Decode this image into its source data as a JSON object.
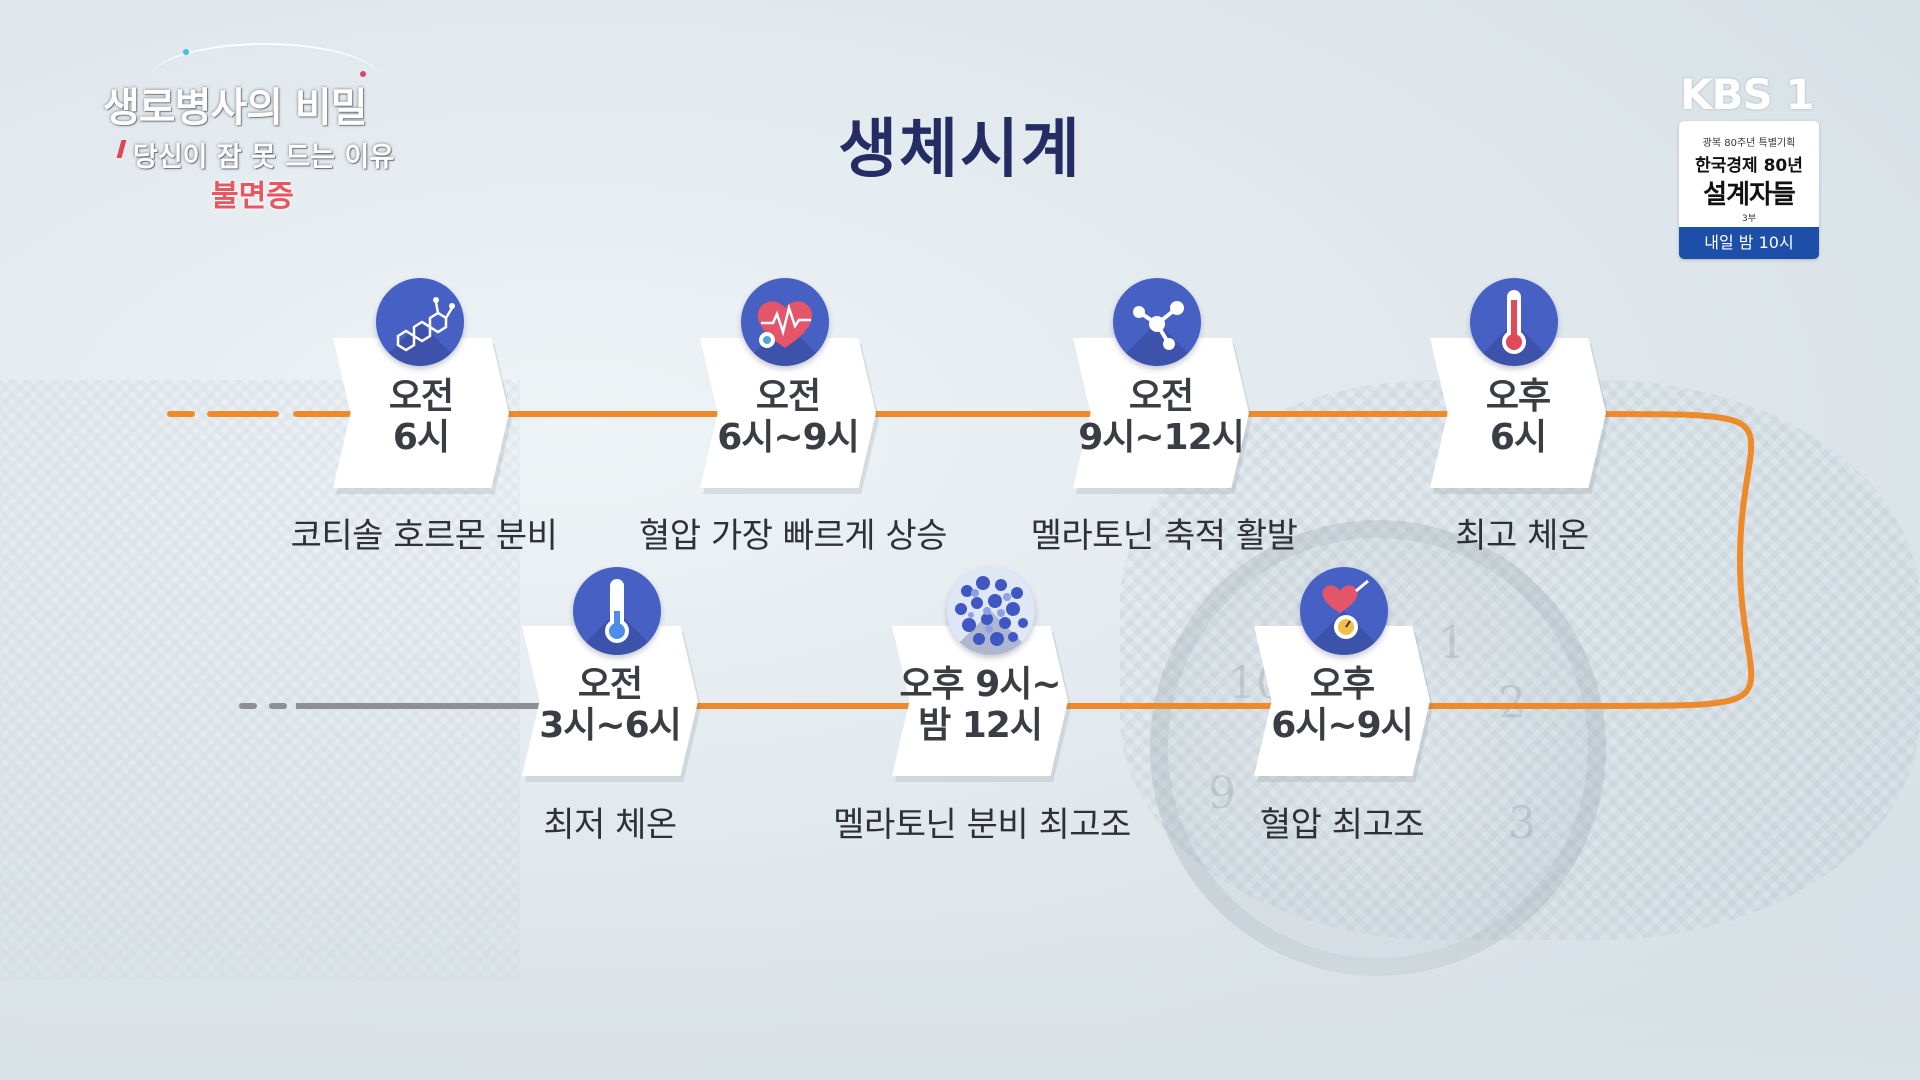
{
  "program": {
    "title": "생로병사의 비밀",
    "subtitle": "당신이 잠 못 드는 이유",
    "topic": "불면증"
  },
  "main_title": "생체시계",
  "broadcaster": {
    "logo": "KBS 1",
    "promo": {
      "line1": "광복 80주년 특별기획",
      "line2": "한국경제 80년",
      "line3": "설계자들",
      "line4": "3부",
      "time": "내일 밤 10시"
    }
  },
  "timeline": [
    {
      "time": "오전\n6시",
      "caption": "코티솔 호르몬 분비",
      "icon": "hormone-molecule-icon"
    },
    {
      "time": "오전\n6시~9시",
      "caption": "혈압 가장 빠르게 상승",
      "icon": "heart-pulse-icon"
    },
    {
      "time": "오전\n9시~12시",
      "caption": "멜라토닌 축적 활발",
      "icon": "molecule-icon"
    },
    {
      "time": "오후\n6시",
      "caption": "최고 체온",
      "icon": "thermometer-hot-icon"
    },
    {
      "time": "오후\n6시~9시",
      "caption": "혈압 최고조",
      "icon": "blood-pressure-icon"
    },
    {
      "time": "오후 9시~\n밤 12시",
      "caption": "멜라토닌 분비 최고조",
      "icon": "cells-icon"
    },
    {
      "time": "오전\n3시~6시",
      "caption": "최저 체온",
      "icon": "thermometer-cold-icon"
    }
  ],
  "colors": {
    "title": "#232c63",
    "timeline_orange": "#ef8a2a",
    "icon_blue": "#4760c4",
    "thermo_hot": "#e04b5a",
    "thermo_cold": "#4b8de8",
    "kbs_bar": "#1e4fa8"
  }
}
